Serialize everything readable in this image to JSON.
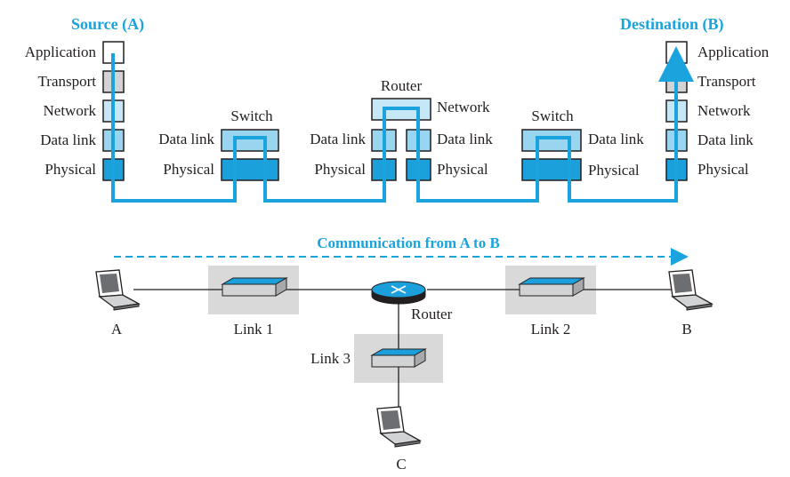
{
  "source_title": "Source (A)",
  "destination_title": "Destination (B)",
  "layers": {
    "application": "Application",
    "transport": "Transport",
    "network": "Network",
    "datalink": "Data link",
    "physical": "Physical"
  },
  "devices": {
    "switch": "Switch",
    "router": "Router"
  },
  "communication_label": "Communication from A to B",
  "hosts": {
    "a": "A",
    "b": "B",
    "c": "C"
  },
  "links": {
    "link1": "Link 1",
    "link2": "Link 2",
    "link3": "Link 3"
  },
  "colors": {
    "accent": "#1aa3dc",
    "layer_fill_light": "#c6e8f6",
    "layer_fill_dark": "#1ba0dc",
    "grey_layer": "#d1d3d4",
    "panel": "#d9d9d9"
  }
}
